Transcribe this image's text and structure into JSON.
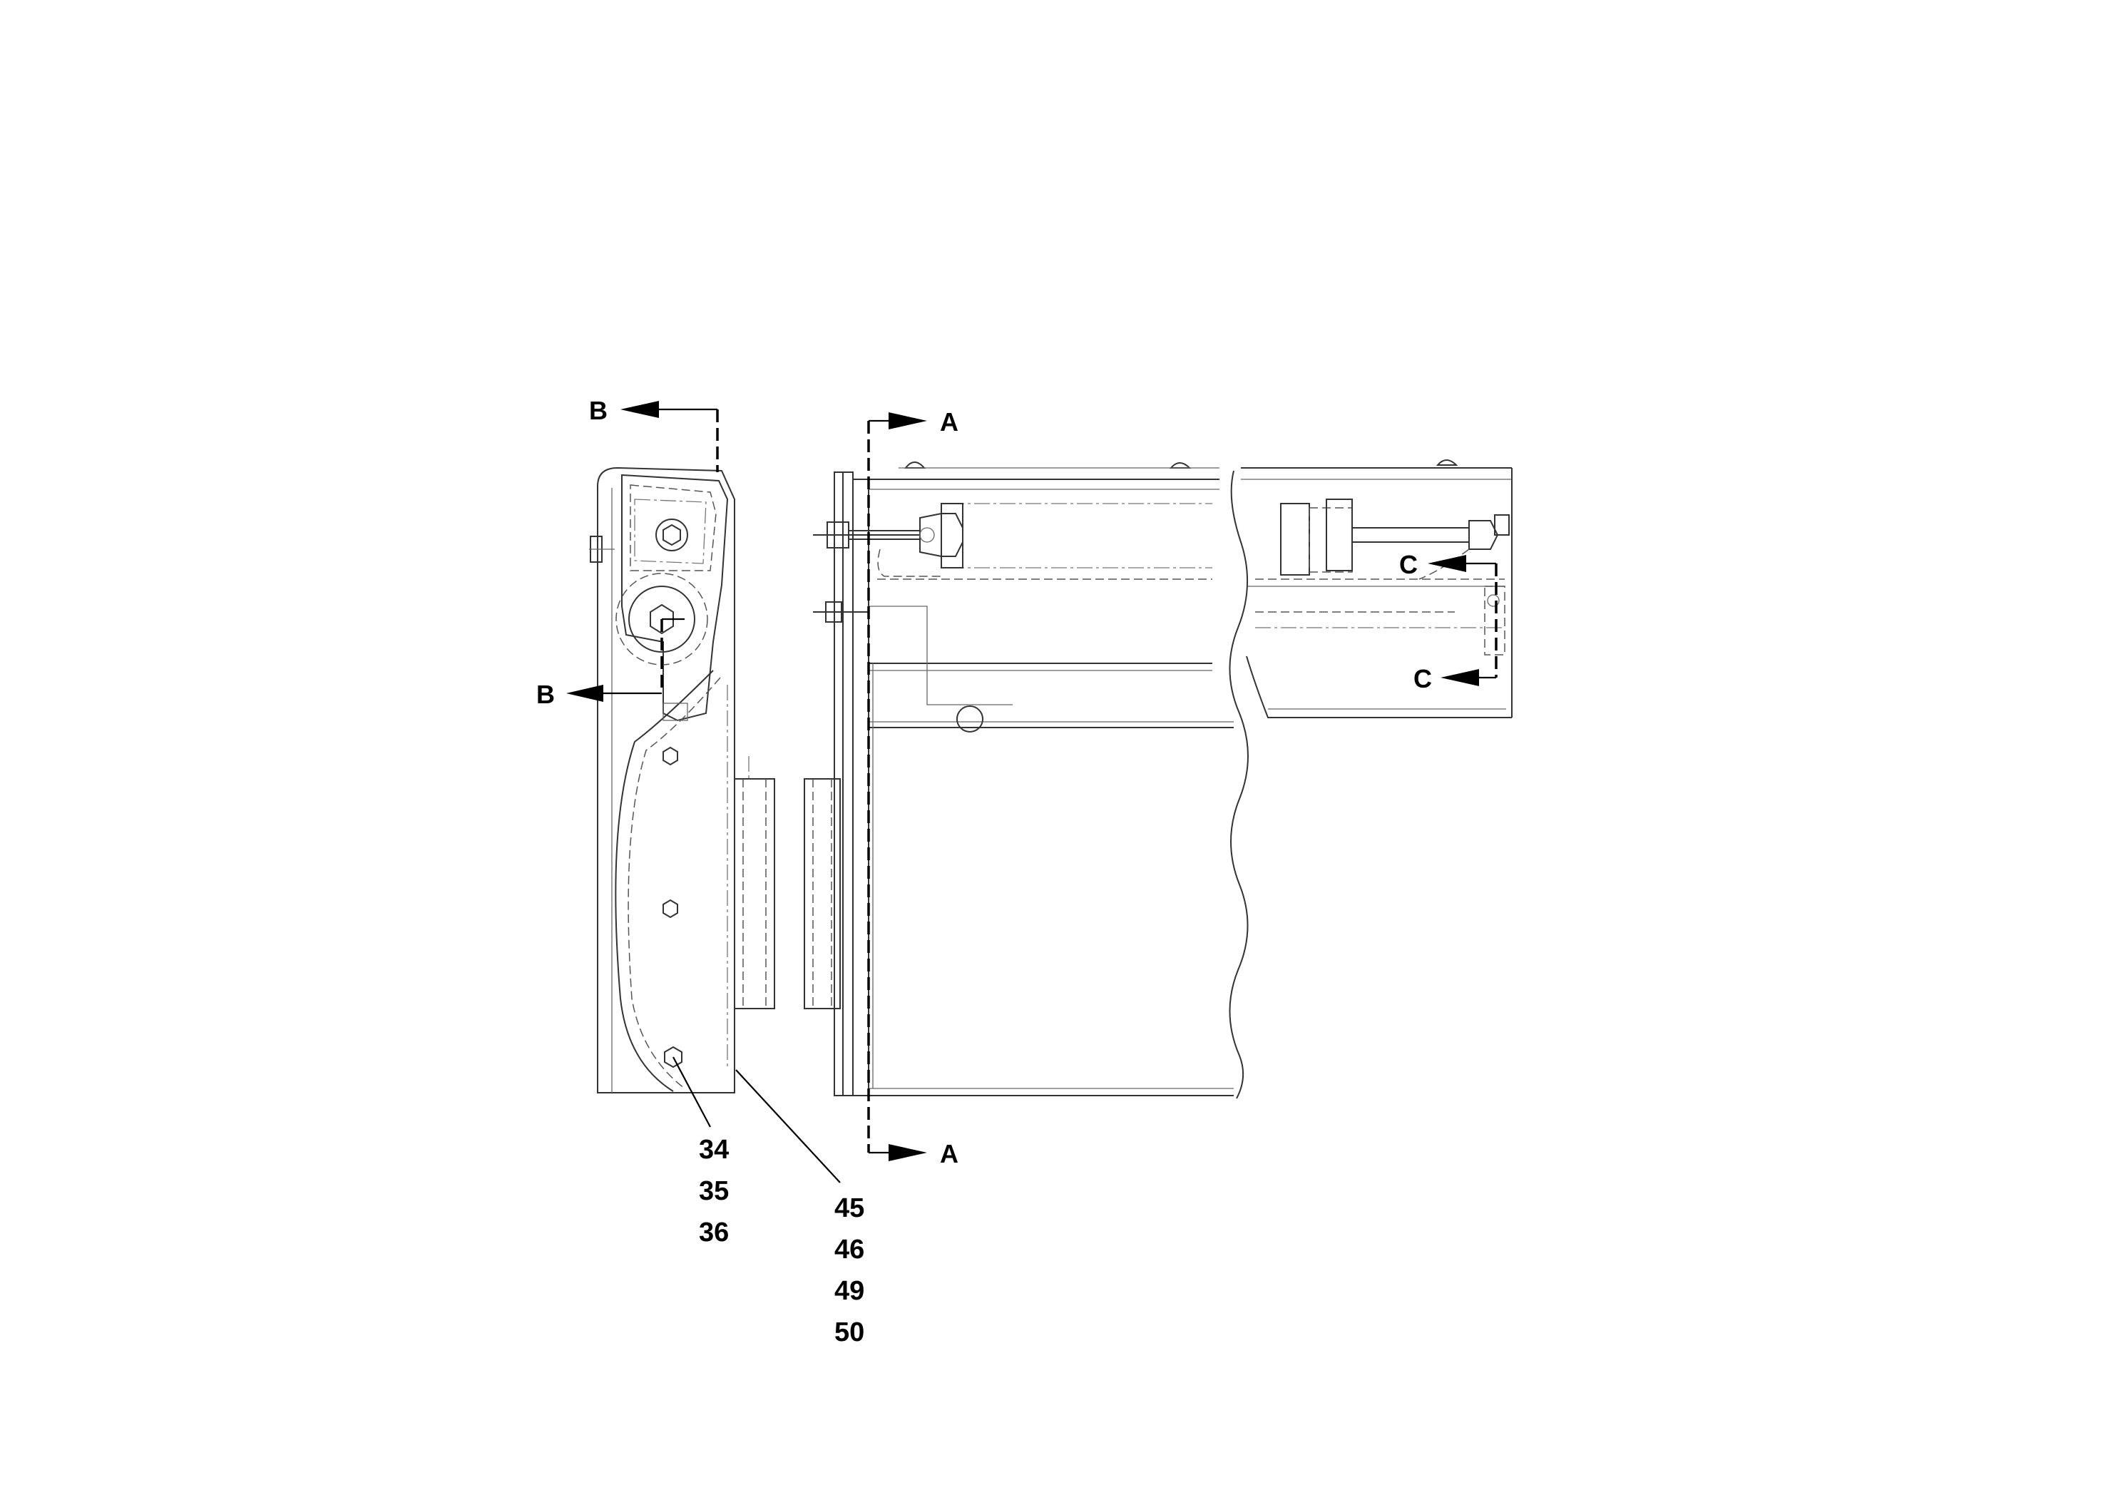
{
  "section_markers": {
    "a_top": "A",
    "a_bottom": "A",
    "b_top": "B",
    "b_bottom": "B",
    "c_top": "C",
    "c_bottom": "C"
  },
  "callouts": {
    "group_left": [
      "34",
      "35",
      "36"
    ],
    "group_right": [
      "45",
      "46",
      "49",
      "50"
    ]
  }
}
